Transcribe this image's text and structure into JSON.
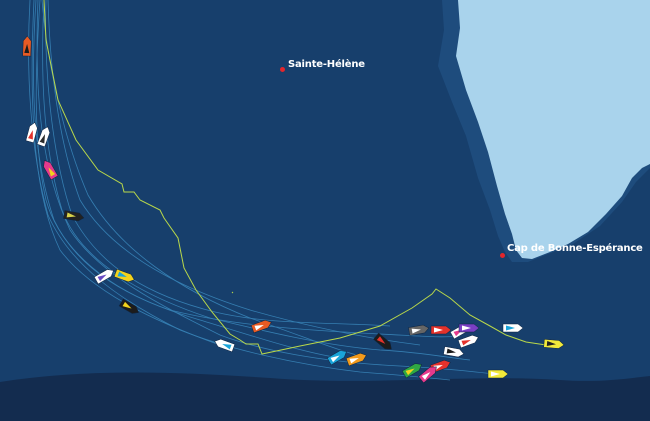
{
  "map": {
    "colors": {
      "ocean": "#173f6c",
      "ocean_deep": "#132c4f",
      "land": "#a9d3ec",
      "leader_track": "#b9d84a",
      "fleet_tracks": "#3f93c9",
      "place_marker": "#e3262c",
      "place_label": "#ffffff"
    },
    "places": [
      {
        "name": "Sainte-Hélène",
        "marker": "red-dot"
      },
      {
        "name": "Cap de Bonne-Espérance",
        "marker": "red-dot"
      }
    ],
    "boats": [
      {
        "hull": "#e85b24",
        "sail": "#1c1c1c"
      },
      {
        "hull": "#ffffff",
        "sail": "#e4322b"
      },
      {
        "hull": "#ffffff",
        "sail": "#2b2b2b"
      },
      {
        "hull": "#e63a8c",
        "sail": "#f2d21c"
      },
      {
        "hull": "#222222",
        "sail": "#d8d34a"
      },
      {
        "hull": "#ffffff",
        "sail": "#6a4bc4"
      },
      {
        "hull": "#f2d21c",
        "sail": "#1aa4d9"
      },
      {
        "hull": "#1c1c1c",
        "sail": "#f2d21c"
      },
      {
        "hull": "#ffffff",
        "sail": "#1aa4d9"
      },
      {
        "hull": "#e85b24",
        "sail": "#ffffff"
      },
      {
        "hull": "#1aa4d9",
        "sail": "#ffffff"
      },
      {
        "hull": "#f29a1c",
        "sail": "#ffffff"
      },
      {
        "hull": "#1c1c1c",
        "sail": "#e4322b"
      },
      {
        "hull": "#666666",
        "sail": "#ffffff"
      },
      {
        "hull": "#e4322b",
        "sail": "#ffffff"
      },
      {
        "hull": "#ffffff",
        "sail": "#e63a8c"
      },
      {
        "hull": "#7a3fc4",
        "sail": "#ffffff"
      },
      {
        "hull": "#ffffff",
        "sail": "#1aa4d9"
      },
      {
        "hull": "#f2ea3a",
        "sail": "#222222"
      },
      {
        "hull": "#2fa844",
        "sail": "#f2d21c"
      },
      {
        "hull": "#e4322b",
        "sail": "#ffffff"
      },
      {
        "hull": "#e63a8c",
        "sail": "#ffffff"
      },
      {
        "hull": "#ffffff",
        "sail": "#1c1c1c"
      },
      {
        "hull": "#f2ea3a",
        "sail": "#ffffff"
      },
      {
        "hull": "#ffffff",
        "sail": "#e4322b"
      }
    ]
  }
}
